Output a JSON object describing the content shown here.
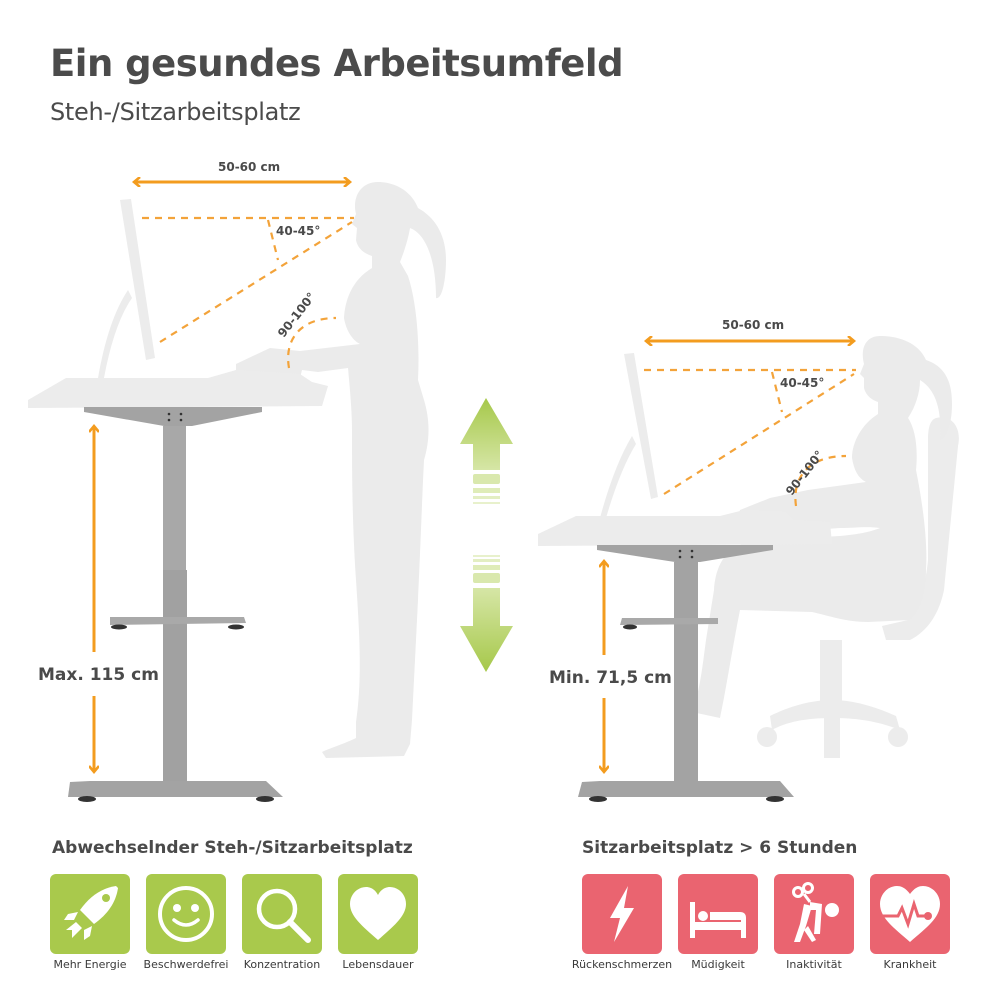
{
  "header": {
    "title": "Ein gesundes Arbeitsumfeld",
    "subtitle": "Steh-/Sitzarbeitsplatz"
  },
  "standing_setup": {
    "viewing_distance": "50-60 cm",
    "viewing_angle": "40-45°",
    "arm_angle": "90-100°",
    "desk_height": "Max. 115 cm"
  },
  "height_adjust_arrow": {
    "icon": "up-down-arrow-icon",
    "color": "#a9c94c"
  },
  "sitting_setup": {
    "viewing_distance": "50-60 cm",
    "viewing_angle": "40-45°",
    "arm_angle": "90-100°",
    "desk_height": "Min. 71,5 cm"
  },
  "benefits": {
    "title": "Abwechselnder Steh-/Sitzarbeitsplatz",
    "color": "#a9c94c",
    "items": [
      {
        "label": "Mehr Energie",
        "icon": "rocket-icon"
      },
      {
        "label": "Beschwerdefrei",
        "icon": "smiley-icon"
      },
      {
        "label": "Konzentration",
        "icon": "magnifier-icon"
      },
      {
        "label": "Lebensdauer",
        "icon": "heart-icon"
      }
    ]
  },
  "risks": {
    "title": "Sitzarbeitsplatz > 6 Stunden",
    "color": "#ea6470",
    "items": [
      {
        "label": "Rückenschmerzen",
        "icon": "lightning-icon"
      },
      {
        "label": "Müdigkeit",
        "icon": "bed-icon"
      },
      {
        "label": "Inaktivität",
        "icon": "windup-figure-icon"
      },
      {
        "label": "Krankheit",
        "icon": "heartbeat-icon"
      }
    ]
  },
  "colors": {
    "accent_orange": "#f39c1f",
    "text_dark": "#4a4a4a",
    "silhouette": "#ebebeb",
    "desk_frame": "#a0a0a0"
  }
}
